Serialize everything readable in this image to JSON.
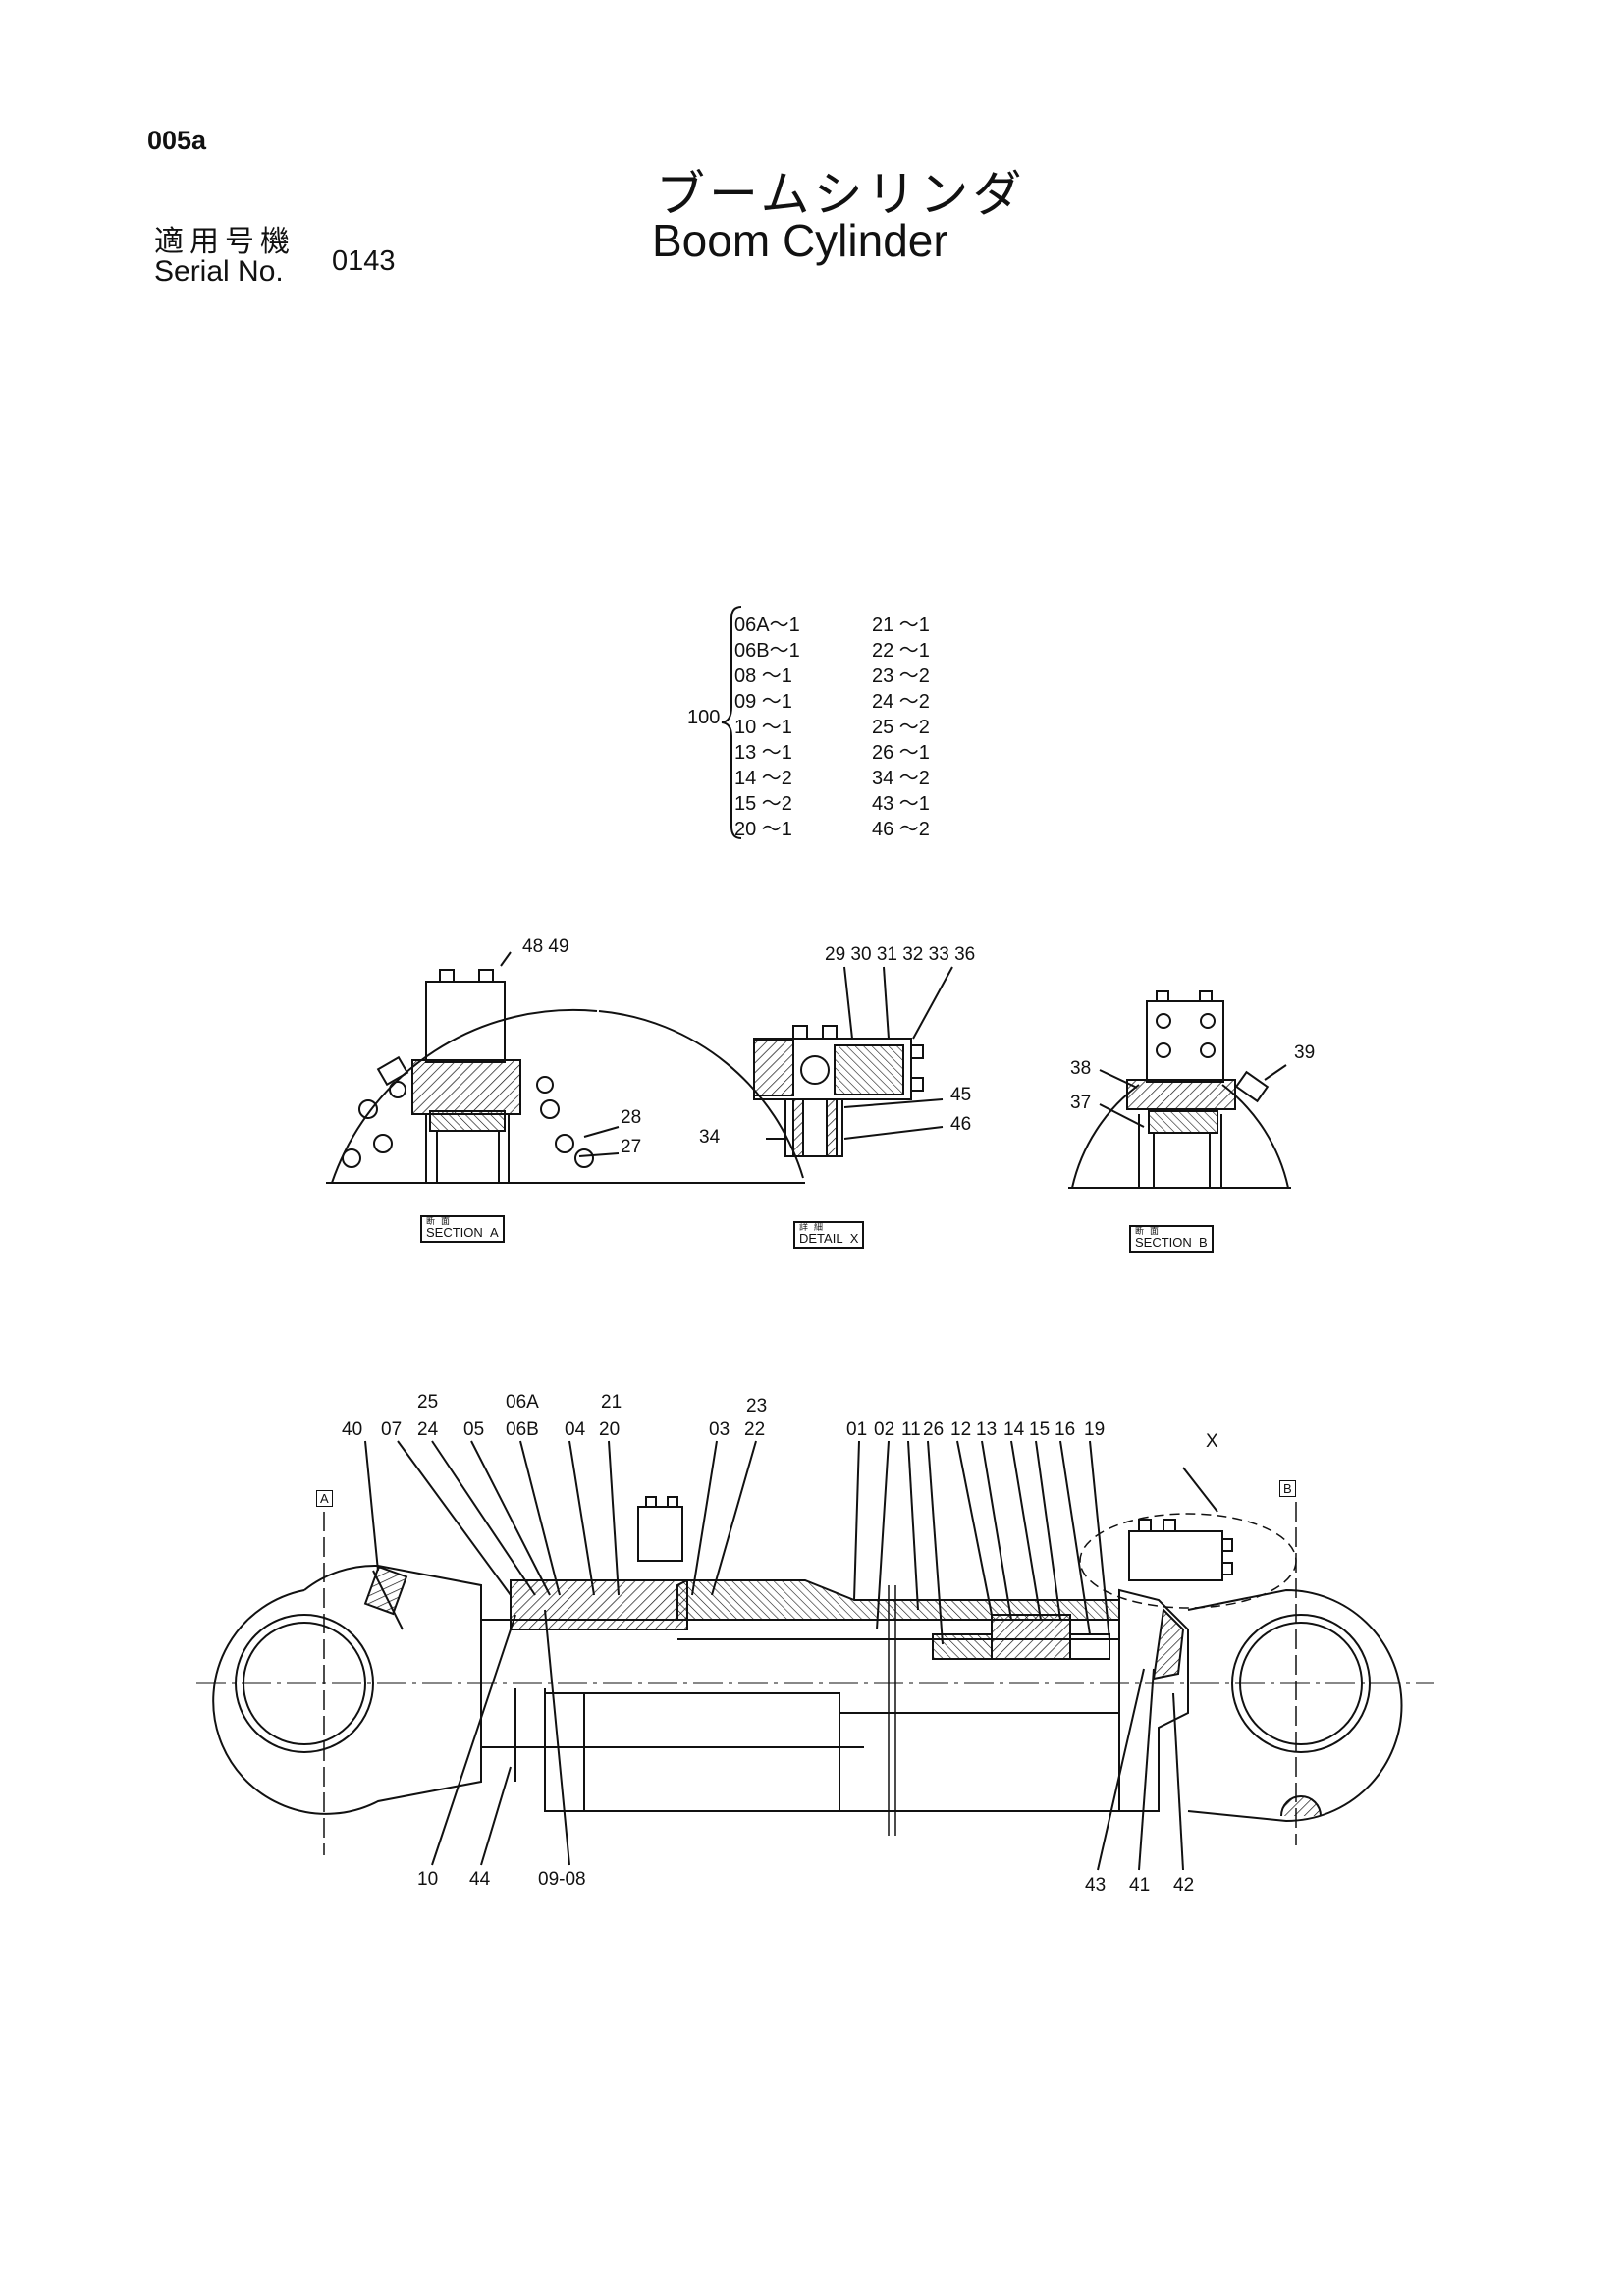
{
  "page_no": "005a",
  "title_jp": "ブームシリンダ",
  "title_en": "Boom Cylinder",
  "serial_jp": "適用号機",
  "serial_en": "Serial No.",
  "serial_value": "0143",
  "kit": {
    "label": "100",
    "left": [
      "06A～1",
      "06B～1",
      "08 ～1",
      "09 ～1",
      "10 ～1",
      "13 ～1",
      "14 ～2",
      "15 ～2",
      "20 ～1"
    ],
    "right": [
      "21 ～1",
      "22 ～1",
      "23 ～2",
      "24 ～2",
      "25 ～2",
      "26 ～1",
      "34 ～2",
      "43 ～1",
      "46 ～2"
    ]
  },
  "section_a": {
    "tag": "SECTION",
    "tag_jp": "断面",
    "letter": "A",
    "labels": [
      "48 49",
      "28",
      "27"
    ]
  },
  "detail_x": {
    "tag": "DETAIL",
    "tag_jp": "詳細",
    "letter": "X",
    "labels": [
      "29 30 31 32 33 36",
      "45",
      "46",
      "34"
    ]
  },
  "section_b": {
    "tag": "SECTION",
    "tag_jp": "断面",
    "letter": "B",
    "labels": [
      "39",
      "38",
      "37"
    ]
  },
  "main": {
    "top_labels": [
      "25",
      "06A",
      "21",
      "23",
      "40",
      "07",
      "24",
      "05",
      "06B",
      "04",
      "20",
      "03",
      "22",
      "01",
      "02",
      "11",
      "26",
      "12",
      "13",
      "14",
      "15",
      "16",
      "19",
      "X"
    ],
    "bottom_labels": [
      "10",
      "44",
      "09-08",
      "43",
      "41",
      "42"
    ],
    "markers": [
      "A",
      "B"
    ]
  }
}
